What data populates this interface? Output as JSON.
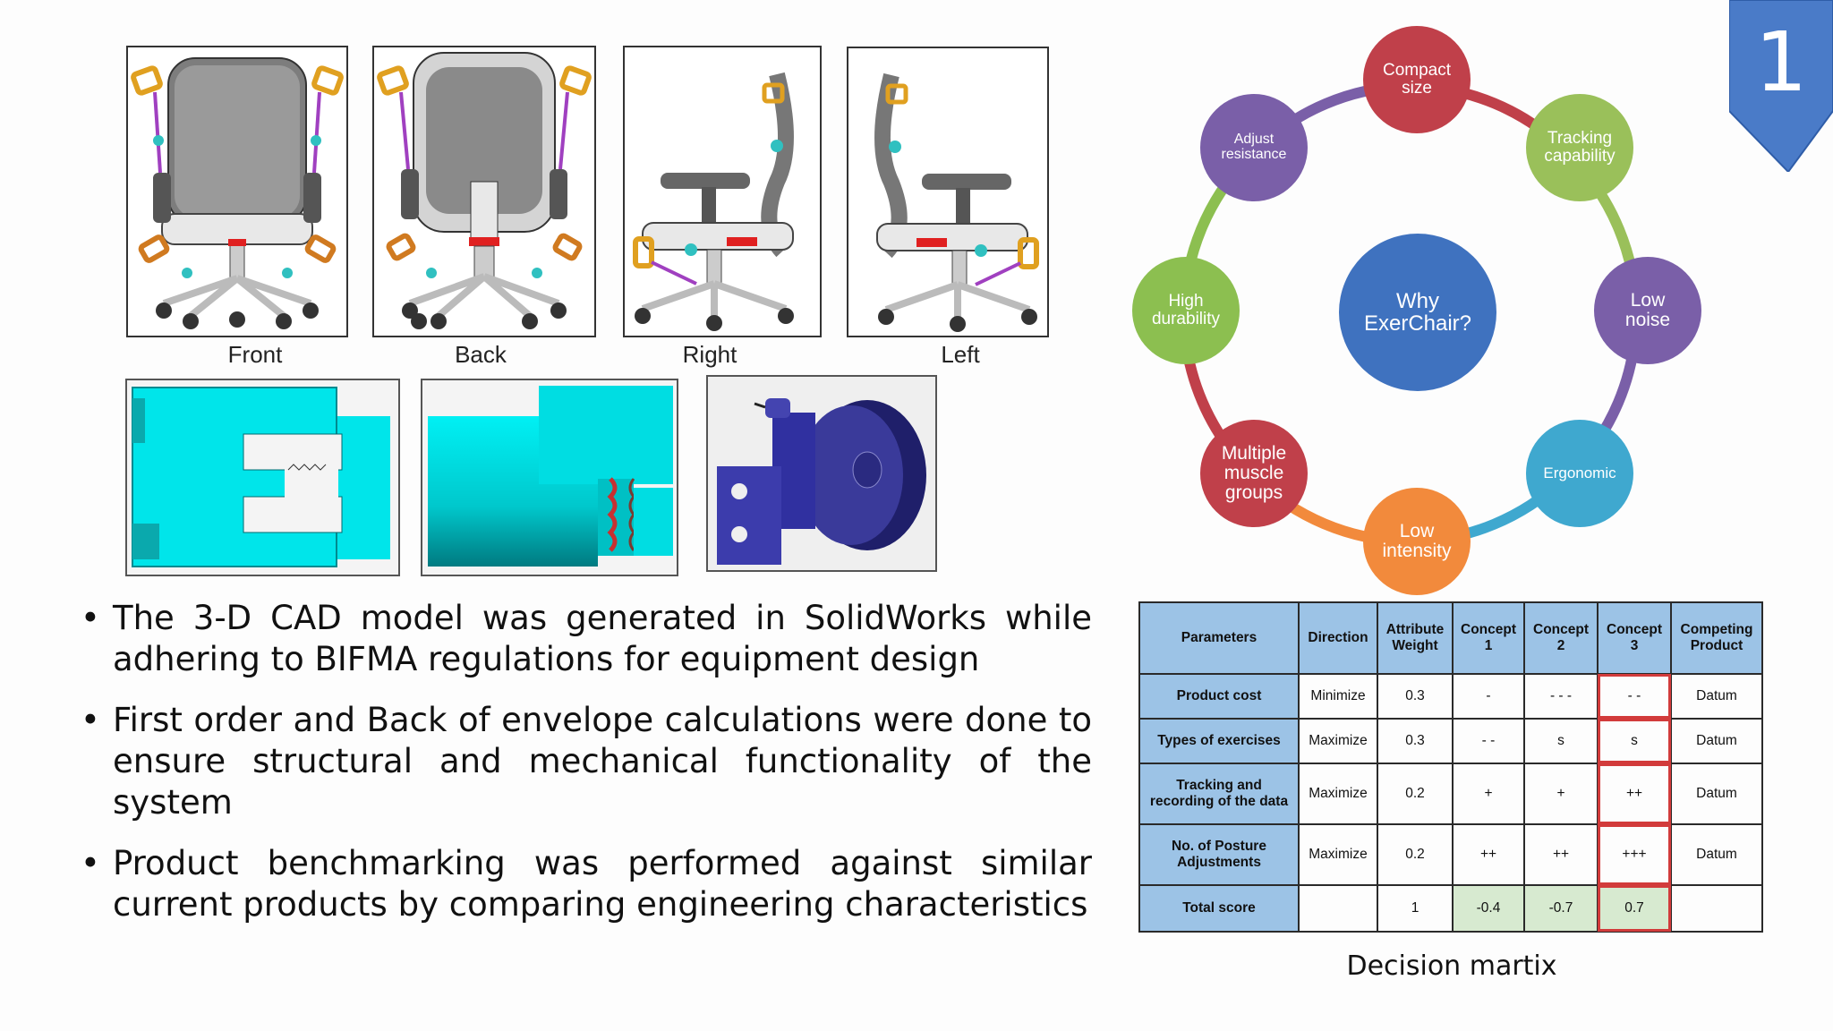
{
  "views": [
    {
      "label": "Front"
    },
    {
      "label": "Back"
    },
    {
      "label": "Right"
    },
    {
      "label": "Left"
    }
  ],
  "bullets": [
    "The 3-D CAD model was generated in SolidWorks while adhering to BIFMA regulations for equipment design",
    "First order and Back of envelope calculations were done to ensure structural and mechanical functionality of the system",
    "Product benchmarking was performed against similar current products by comparing engineering characteristics"
  ],
  "diagram": {
    "center": "Why\nExerChair?",
    "nodes": [
      {
        "label": "Compact\nsize",
        "color": "#c0404a"
      },
      {
        "label": "Tracking\ncapability",
        "color": "#9ac05a"
      },
      {
        "label": "Low\nnoise",
        "color": "#7a5fa8"
      },
      {
        "label": "Ergonomic",
        "color": "#3fa8cf"
      },
      {
        "label": "Low\nintensity",
        "color": "#f28a3c"
      },
      {
        "label": "Multiple\nmuscle\ngroups",
        "color": "#c0404a"
      },
      {
        "label": "High\ndurability",
        "color": "#8cbf50"
      },
      {
        "label": "Adjust\nresistance",
        "color": "#7a5fa8"
      }
    ],
    "center_color": "#3f72bf"
  },
  "decision_matrix": {
    "headers": [
      "Parameters",
      "Direction",
      "Attribute\nWeight",
      "Concept\n1",
      "Concept\n2",
      "Concept\n3",
      "Competing\nProduct"
    ],
    "rows": [
      [
        "Product cost",
        "Minimize",
        "0.3",
        "-",
        "- - -",
        "- -",
        "Datum"
      ],
      [
        "Types of exercises",
        "Maximize",
        "0.3",
        "- -",
        "s",
        "s",
        "Datum"
      ],
      [
        "Tracking and\nrecording of the data",
        "Maximize",
        "0.2",
        "+",
        "+",
        "++",
        "Datum"
      ],
      [
        "No. of Posture\nAdjustments",
        "Maximize",
        "0.2",
        "++",
        "++",
        "+++",
        "Datum"
      ]
    ],
    "total": [
      "Total score",
      "",
      "1",
      "-0.4",
      "-0.7",
      "0.7",
      ""
    ]
  },
  "caption": "Decision martix",
  "slide_number": "1",
  "colors": {
    "badge": "#4a7bc8",
    "header_cell": "#9cc3e6",
    "highlight": "#d23b3b",
    "cad_cyan": "#00e5ea",
    "cad_navy": "#2b2b80"
  }
}
